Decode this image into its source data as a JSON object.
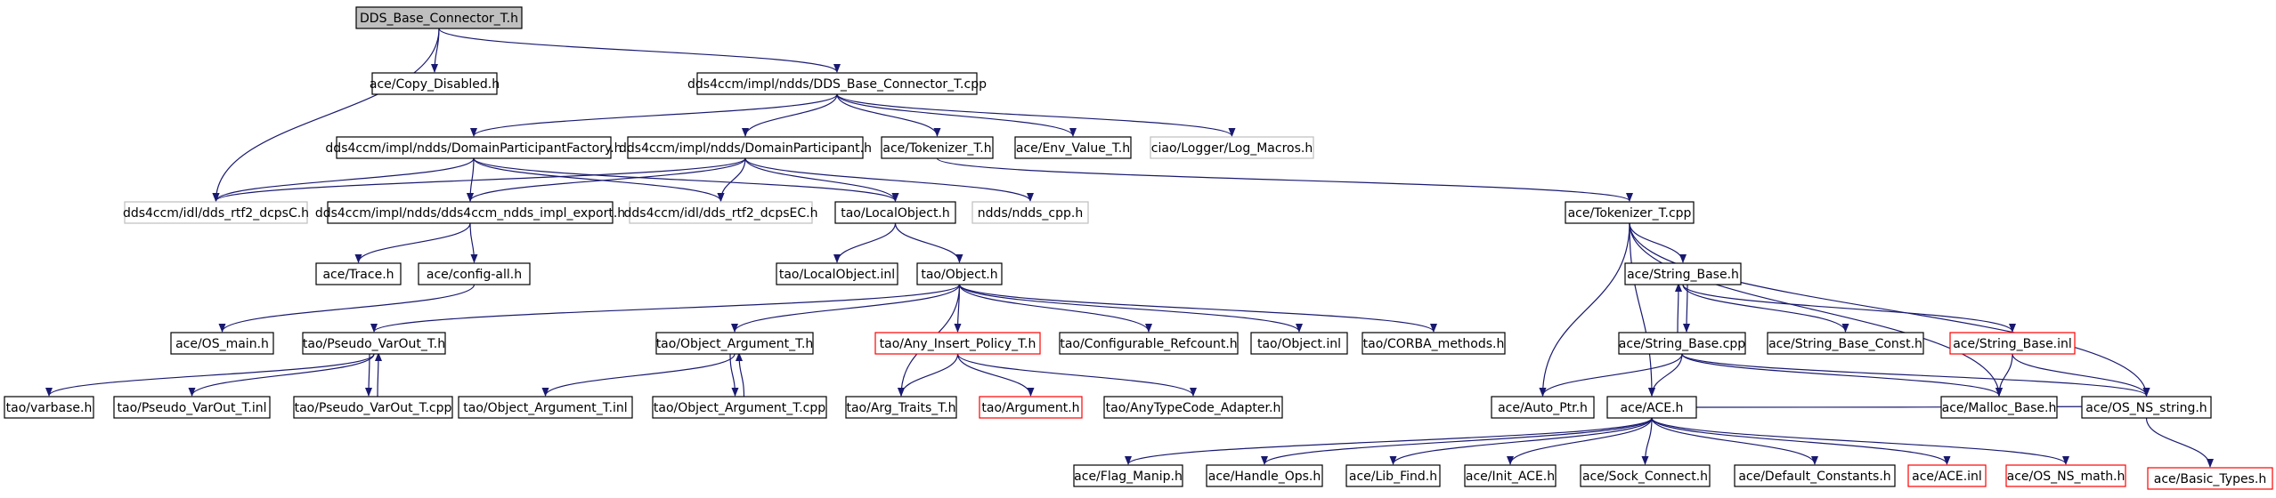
{
  "nodes": {
    "root": {
      "label": "DDS_Base_Connector_T.h",
      "style": "root"
    },
    "copy_disabled": {
      "label": "ace/Copy_Disabled.h",
      "style": "normal"
    },
    "connector_cpp": {
      "label": "dds4ccm/impl/ndds/DDS_Base_Connector_T.cpp",
      "style": "normal"
    },
    "dpf_h": {
      "label": "dds4ccm/impl/ndds/DomainParticipantFactory.h",
      "style": "normal"
    },
    "dp_h": {
      "label": "dds4ccm/impl/ndds/DomainParticipant.h",
      "style": "normal"
    },
    "tokenizer_h": {
      "label": "ace/Tokenizer_T.h",
      "style": "normal"
    },
    "env_value": {
      "label": "ace/Env_Value_T.h",
      "style": "normal"
    },
    "log_macros": {
      "label": "ciao/Logger/Log_Macros.h",
      "style": "gray"
    },
    "dcpsC": {
      "label": "dds4ccm/idl/dds_rtf2_dcpsC.h",
      "style": "gray"
    },
    "impl_export": {
      "label": "dds4ccm/impl/ndds/dds4ccm_ndds_impl_export.h",
      "style": "normal"
    },
    "dcpsEC": {
      "label": "dds4ccm/idl/dds_rtf2_dcpsEC.h",
      "style": "gray"
    },
    "local_object": {
      "label": "tao/LocalObject.h",
      "style": "normal"
    },
    "ndds_cpp": {
      "label": "ndds/ndds_cpp.h",
      "style": "gray"
    },
    "tokenizer_cpp": {
      "label": "ace/Tokenizer_T.cpp",
      "style": "normal"
    },
    "trace": {
      "label": "ace/Trace.h",
      "style": "normal"
    },
    "config_all": {
      "label": "ace/config-all.h",
      "style": "normal"
    },
    "local_object_inl": {
      "label": "tao/LocalObject.inl",
      "style": "normal"
    },
    "object_h": {
      "label": "tao/Object.h",
      "style": "normal"
    },
    "string_base_h": {
      "label": "ace/String_Base.h",
      "style": "normal"
    },
    "os_main": {
      "label": "ace/OS_main.h",
      "style": "normal"
    },
    "pseudo_varout": {
      "label": "tao/Pseudo_VarOut_T.h",
      "style": "normal"
    },
    "object_arg": {
      "label": "tao/Object_Argument_T.h",
      "style": "normal"
    },
    "any_insert": {
      "label": "tao/Any_Insert_Policy_T.h",
      "style": "red"
    },
    "config_refcount": {
      "label": "tao/Configurable_Refcount.h",
      "style": "normal"
    },
    "object_inl": {
      "label": "tao/Object.inl",
      "style": "normal"
    },
    "corba_methods": {
      "label": "tao/CORBA_methods.h",
      "style": "normal"
    },
    "string_base_cpp": {
      "label": "ace/String_Base.cpp",
      "style": "normal"
    },
    "string_base_const": {
      "label": "ace/String_Base_Const.h",
      "style": "normal"
    },
    "string_base_inl": {
      "label": "ace/String_Base.inl",
      "style": "red"
    },
    "varbase": {
      "label": "tao/varbase.h",
      "style": "normal"
    },
    "pseudo_varout_inl": {
      "label": "tao/Pseudo_VarOut_T.inl",
      "style": "normal"
    },
    "pseudo_varout_cpp": {
      "label": "tao/Pseudo_VarOut_T.cpp",
      "style": "normal"
    },
    "object_arg_inl": {
      "label": "tao/Object_Argument_T.inl",
      "style": "normal"
    },
    "object_arg_cpp": {
      "label": "tao/Object_Argument_T.cpp",
      "style": "normal"
    },
    "arg_traits": {
      "label": "tao/Arg_Traits_T.h",
      "style": "normal"
    },
    "argument": {
      "label": "tao/Argument.h",
      "style": "red"
    },
    "anytypecode": {
      "label": "tao/AnyTypeCode_Adapter.h",
      "style": "normal"
    },
    "auto_ptr": {
      "label": "ace/Auto_Ptr.h",
      "style": "normal"
    },
    "ace_h": {
      "label": "ace/ACE.h",
      "style": "normal"
    },
    "malloc_base": {
      "label": "ace/Malloc_Base.h",
      "style": "normal"
    },
    "os_ns_string": {
      "label": "ace/OS_NS_string.h",
      "style": "normal"
    },
    "flag_manip": {
      "label": "ace/Flag_Manip.h",
      "style": "normal"
    },
    "handle_ops": {
      "label": "ace/Handle_Ops.h",
      "style": "normal"
    },
    "lib_find": {
      "label": "ace/Lib_Find.h",
      "style": "normal"
    },
    "init_ace": {
      "label": "ace/Init_ACE.h",
      "style": "normal"
    },
    "sock_connect": {
      "label": "ace/Sock_Connect.h",
      "style": "normal"
    },
    "default_constants": {
      "label": "ace/Default_Constants.h",
      "style": "normal"
    },
    "ace_inl": {
      "label": "ace/ACE.inl",
      "style": "red"
    },
    "os_ns_math": {
      "label": "ace/OS_NS_math.h",
      "style": "red"
    },
    "basic_types": {
      "label": "ace/Basic_Types.h",
      "style": "red"
    }
  },
  "edges": [
    [
      "root",
      "copy_disabled"
    ],
    [
      "root",
      "connector_cpp"
    ],
    [
      "root",
      "dcpsC"
    ],
    [
      "connector_cpp",
      "dpf_h"
    ],
    [
      "connector_cpp",
      "dp_h"
    ],
    [
      "connector_cpp",
      "tokenizer_h"
    ],
    [
      "connector_cpp",
      "env_value"
    ],
    [
      "connector_cpp",
      "log_macros"
    ],
    [
      "dpf_h",
      "dcpsC"
    ],
    [
      "dpf_h",
      "impl_export"
    ],
    [
      "dpf_h",
      "dcpsEC"
    ],
    [
      "dpf_h",
      "local_object"
    ],
    [
      "dp_h",
      "dcpsC"
    ],
    [
      "dp_h",
      "impl_export"
    ],
    [
      "dp_h",
      "dcpsEC"
    ],
    [
      "dp_h",
      "local_object"
    ],
    [
      "dp_h",
      "ndds_cpp"
    ],
    [
      "tokenizer_h",
      "tokenizer_cpp"
    ],
    [
      "impl_export",
      "trace"
    ],
    [
      "impl_export",
      "config_all"
    ],
    [
      "config_all",
      "os_main"
    ],
    [
      "local_object",
      "local_object_inl"
    ],
    [
      "local_object",
      "object_h"
    ],
    [
      "object_h",
      "pseudo_varout"
    ],
    [
      "object_h",
      "object_arg"
    ],
    [
      "object_h",
      "any_insert"
    ],
    [
      "object_h",
      "config_refcount"
    ],
    [
      "object_h",
      "object_inl"
    ],
    [
      "object_h",
      "corba_methods"
    ],
    [
      "object_h",
      "arg_traits"
    ],
    [
      "pseudo_varout",
      "varbase"
    ],
    [
      "pseudo_varout",
      "pseudo_varout_inl"
    ],
    [
      "pseudo_varout",
      "pseudo_varout_cpp"
    ],
    [
      "pseudo_varout_cpp",
      "pseudo_varout"
    ],
    [
      "object_arg",
      "object_arg_inl"
    ],
    [
      "object_arg",
      "object_arg_cpp"
    ],
    [
      "object_arg_cpp",
      "object_arg"
    ],
    [
      "any_insert",
      "arg_traits"
    ],
    [
      "any_insert",
      "argument"
    ],
    [
      "any_insert",
      "anytypecode"
    ],
    [
      "tokenizer_cpp",
      "string_base_h"
    ],
    [
      "tokenizer_cpp",
      "auto_ptr"
    ],
    [
      "tokenizer_cpp",
      "ace_h"
    ],
    [
      "tokenizer_cpp",
      "malloc_base"
    ],
    [
      "tokenizer_cpp",
      "os_ns_string"
    ],
    [
      "string_base_h",
      "string_base_cpp"
    ],
    [
      "string_base_cpp",
      "string_base_h"
    ],
    [
      "string_base_h",
      "string_base_const"
    ],
    [
      "string_base_h",
      "string_base_inl"
    ],
    [
      "string_base_cpp",
      "auto_ptr"
    ],
    [
      "string_base_cpp",
      "ace_h"
    ],
    [
      "string_base_cpp",
      "malloc_base"
    ],
    [
      "string_base_cpp",
      "os_ns_string"
    ],
    [
      "string_base_inl",
      "malloc_base"
    ],
    [
      "string_base_inl",
      "os_ns_string"
    ],
    [
      "ace_h",
      "flag_manip"
    ],
    [
      "ace_h",
      "handle_ops"
    ],
    [
      "ace_h",
      "lib_find"
    ],
    [
      "ace_h",
      "init_ace"
    ],
    [
      "ace_h",
      "sock_connect"
    ],
    [
      "ace_h",
      "default_constants"
    ],
    [
      "ace_h",
      "ace_inl"
    ],
    [
      "ace_h",
      "os_ns_math"
    ],
    [
      "ace_h",
      "os_ns_string"
    ],
    [
      "os_ns_string",
      "basic_types"
    ]
  ],
  "colors": {
    "edge": "#191970",
    "root_fill": "#bfbfbf",
    "normal_border": "#000000",
    "gray_border": "#bfbfbf",
    "red_border": "#ff0000"
  }
}
